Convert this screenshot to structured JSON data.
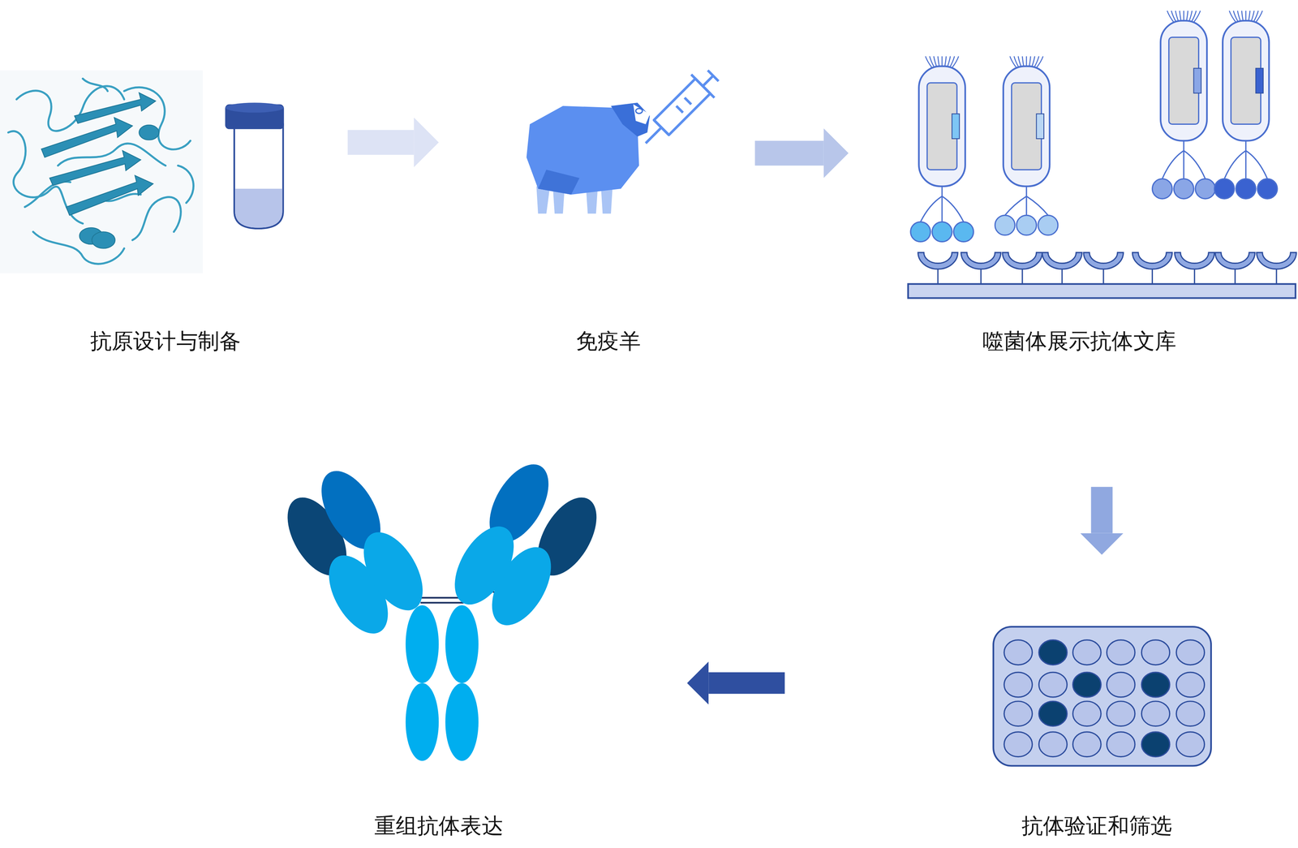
{
  "diagram": {
    "nodes": [
      {
        "text": [
          "抗原设计与制备"
        ]
      },
      {
        "text": [
          "免疫羊"
        ]
      },
      {
        "text": [
          "噬菌体展示抗体文库"
        ]
      },
      {
        "text": [
          "抗体验证和筛选"
        ]
      },
      {
        "text": [
          "重组抗体表达"
        ]
      }
    ],
    "edges": [
      {
        "from": 0,
        "to": 1,
        "arrow": "to"
      },
      {
        "from": 1,
        "to": 2,
        "arrow": "to"
      },
      {
        "from": 2,
        "to": 3,
        "arrow": "to"
      },
      {
        "from": 3,
        "to": 4,
        "arrow": "to"
      }
    ]
  }
}
